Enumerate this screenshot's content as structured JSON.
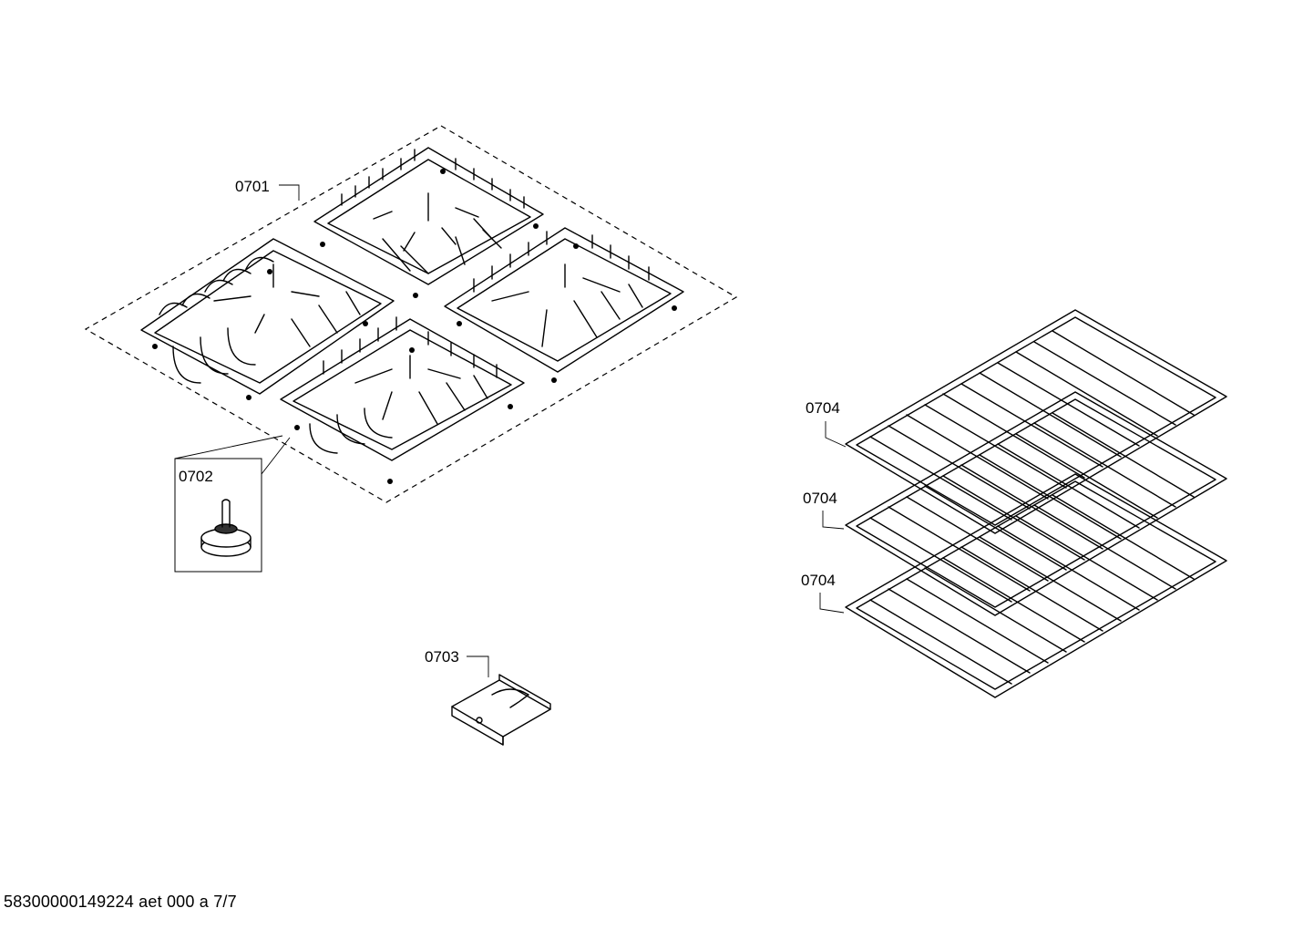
{
  "callouts": {
    "grates": "0701",
    "foot": "0702",
    "bracket": "0703",
    "rack_top": "0704",
    "rack_middle": "0704",
    "rack_bottom": "0704"
  },
  "footer": {
    "document_ref": "58300000149224 aet 000 a 7/7"
  }
}
